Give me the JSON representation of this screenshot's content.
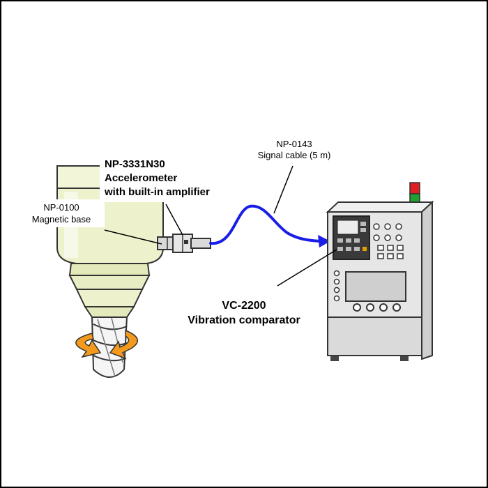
{
  "labels": {
    "cable_part": "NP-0143",
    "cable_desc": "Signal cable (5 m)",
    "sensor_part": "NP-3331N30",
    "sensor_desc_line1": "Accelerometer",
    "sensor_desc_line2": "with built-in amplifier",
    "base_part": "NP-0100",
    "base_desc": "Magnetic base",
    "comparator_part": "VC-2200",
    "comparator_desc": "Vibration comparator"
  },
  "icons": [
    "spindle-icon",
    "accelerometer-icon",
    "signal-cable-icon",
    "vibration-comparator-icon",
    "rotation-arrow-icon",
    "signal-tower-lamp-icon"
  ],
  "colors": {
    "spindle": "#eef2cc",
    "cable": "#1a1ee6",
    "rotation_arrow": "#f39a1e",
    "cabinet": "#e2e2e2",
    "lamp_red": "#e02020",
    "lamp_green": "#1fa030"
  }
}
